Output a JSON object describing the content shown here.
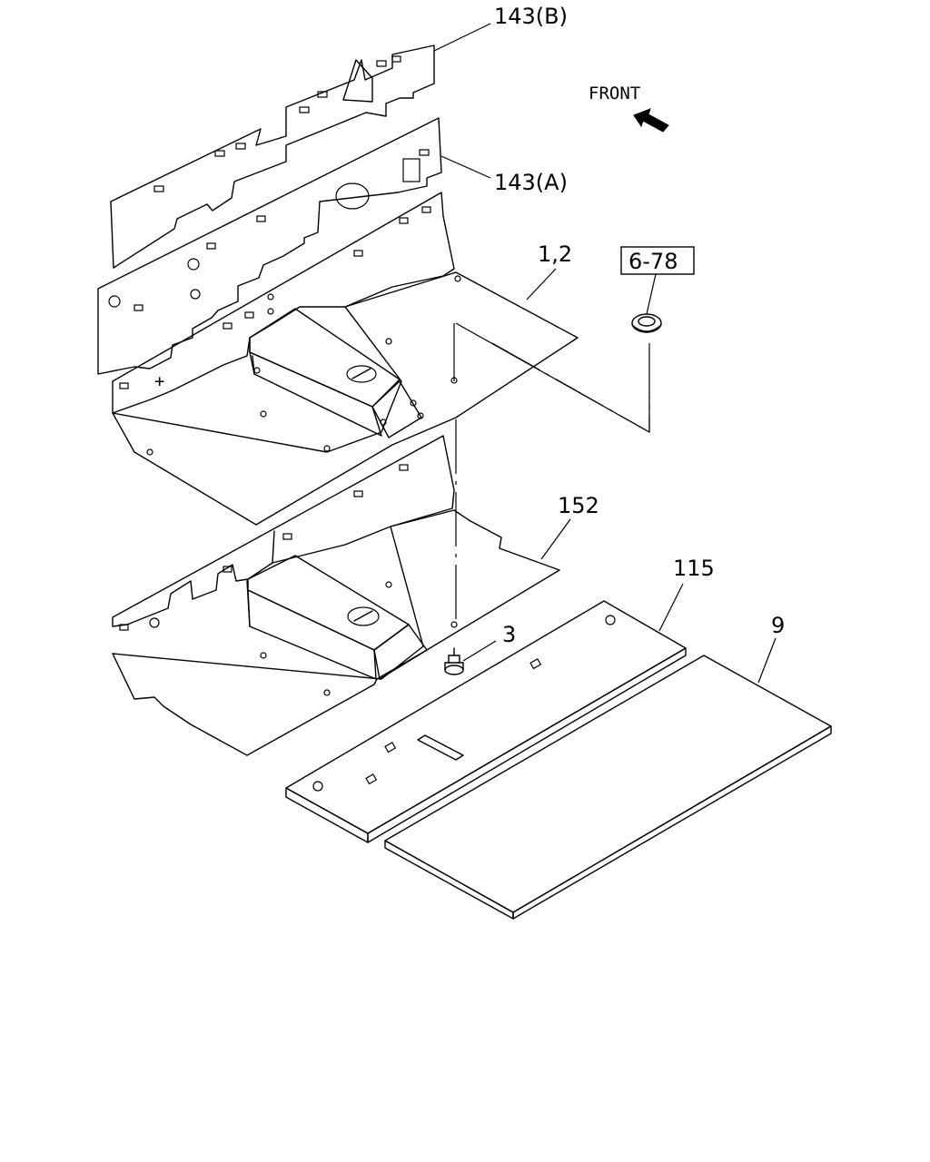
{
  "diagram": {
    "front_label": "FRONT",
    "ref_box": "6-78",
    "callouts": {
      "c143b": "143(B)",
      "c143a": "143(A)",
      "c12": "1,2",
      "c152": "152",
      "c115": "115",
      "c3": "3",
      "c9": "9"
    },
    "icons": {
      "front_arrow": "arrow-icon"
    }
  }
}
